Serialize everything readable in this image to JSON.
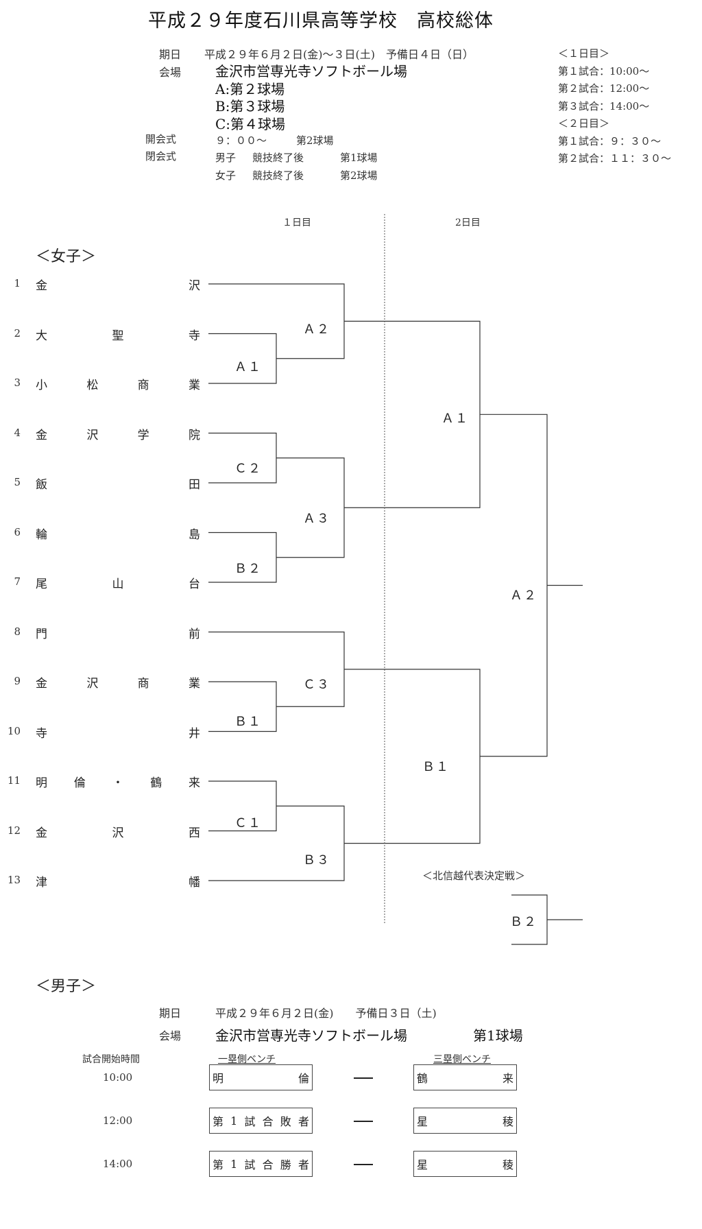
{
  "title": "平成２９年度石川県高等学校　高校総体",
  "header": {
    "date_label": "期日",
    "date_value": "平成２９年６月２日(金)～３日(土)　予備日４日（日）",
    "venue_label": "会場",
    "venue_value": "金沢市営専光寺ソフトボール場",
    "fields": [
      "A:第２球場",
      "B:第３球場",
      "C:第４球場"
    ],
    "opening_label": "開会式",
    "opening_time": "９：００～",
    "opening_field": "第2球場",
    "closing_label": "閉会式",
    "closing_rows": [
      {
        "group": "男子",
        "when": "競技終了後",
        "field": "第1球場"
      },
      {
        "group": "女子",
        "when": "競技終了後",
        "field": "第2球場"
      }
    ]
  },
  "schedule": {
    "day1_title": "＜１日目＞",
    "day1_games": [
      "第１試合：10:00～",
      "第２試合：12:00～",
      "第３試合：14:00～"
    ],
    "day2_title": "＜２日目＞",
    "day2_games": [
      "第１試合：９：３０～",
      "第２試合：１１：３０～"
    ]
  },
  "bracket": {
    "day1_header": "１日目",
    "day2_header": "2日目",
    "section_title": "＜女子＞",
    "teams": [
      {
        "num": "1",
        "chars": [
          "金",
          "沢"
        ]
      },
      {
        "num": "2",
        "chars": [
          "大",
          "聖",
          "寺"
        ]
      },
      {
        "num": "3",
        "chars": [
          "小",
          "松",
          "商",
          "業"
        ]
      },
      {
        "num": "4",
        "chars": [
          "金",
          "沢",
          "学",
          "院"
        ]
      },
      {
        "num": "5",
        "chars": [
          "飯",
          "田"
        ]
      },
      {
        "num": "6",
        "chars": [
          "輪",
          "島"
        ]
      },
      {
        "num": "7",
        "chars": [
          "尾",
          "山",
          "台"
        ]
      },
      {
        "num": "8",
        "chars": [
          "門",
          "前"
        ]
      },
      {
        "num": "9",
        "chars": [
          "金",
          "沢",
          "商",
          "業"
        ]
      },
      {
        "num": "10",
        "chars": [
          "寺",
          "井"
        ]
      },
      {
        "num": "11",
        "chars": [
          "明",
          "倫",
          "・",
          "鶴",
          "来"
        ]
      },
      {
        "num": "12",
        "chars": [
          "金",
          "沢",
          "西"
        ]
      },
      {
        "num": "13",
        "chars": [
          "津",
          "幡"
        ]
      }
    ],
    "match_labels": {
      "r1_a1": "Ａ１",
      "r1_c2": "Ｃ２",
      "r1_b2": "Ｂ２",
      "r1_b1": "Ｂ１",
      "r1_c1": "Ｃ１",
      "r2_a2": "Ａ２",
      "r2_a3": "Ａ３",
      "r2_c3": "Ｃ３",
      "r2_b3": "Ｂ３",
      "d2_a1": "Ａ１",
      "d2_b1": "Ｂ１",
      "final_a2": "Ａ２",
      "hokushinetsu_b2": "Ｂ２"
    },
    "hokushinetsu_title": "＜北信越代表決定戦＞"
  },
  "boys": {
    "section_title": "＜男子＞",
    "date_label": "期日",
    "date_value": "平成２９年６月２日(金)　　予備日３日（土)",
    "venue_label": "会場",
    "venue_value": "金沢市営専光寺ソフトボール場",
    "venue_field": "第1球場",
    "col_time": "試合開始時間",
    "col_first_base": "一塁側ベンチ",
    "col_third_base": "三塁側ベンチ",
    "games": [
      {
        "time": "10:00",
        "first": [
          "明",
          "倫"
        ],
        "third": [
          "鶴",
          "来"
        ]
      },
      {
        "time": "12:00",
        "first": [
          "第",
          "1",
          "試",
          "合",
          "敗",
          "者"
        ],
        "third": [
          "星",
          "稜"
        ]
      },
      {
        "time": "14:00",
        "first": [
          "第",
          "1",
          "試",
          "合",
          "勝",
          "者"
        ],
        "third": [
          "星",
          "稜"
        ]
      }
    ]
  }
}
